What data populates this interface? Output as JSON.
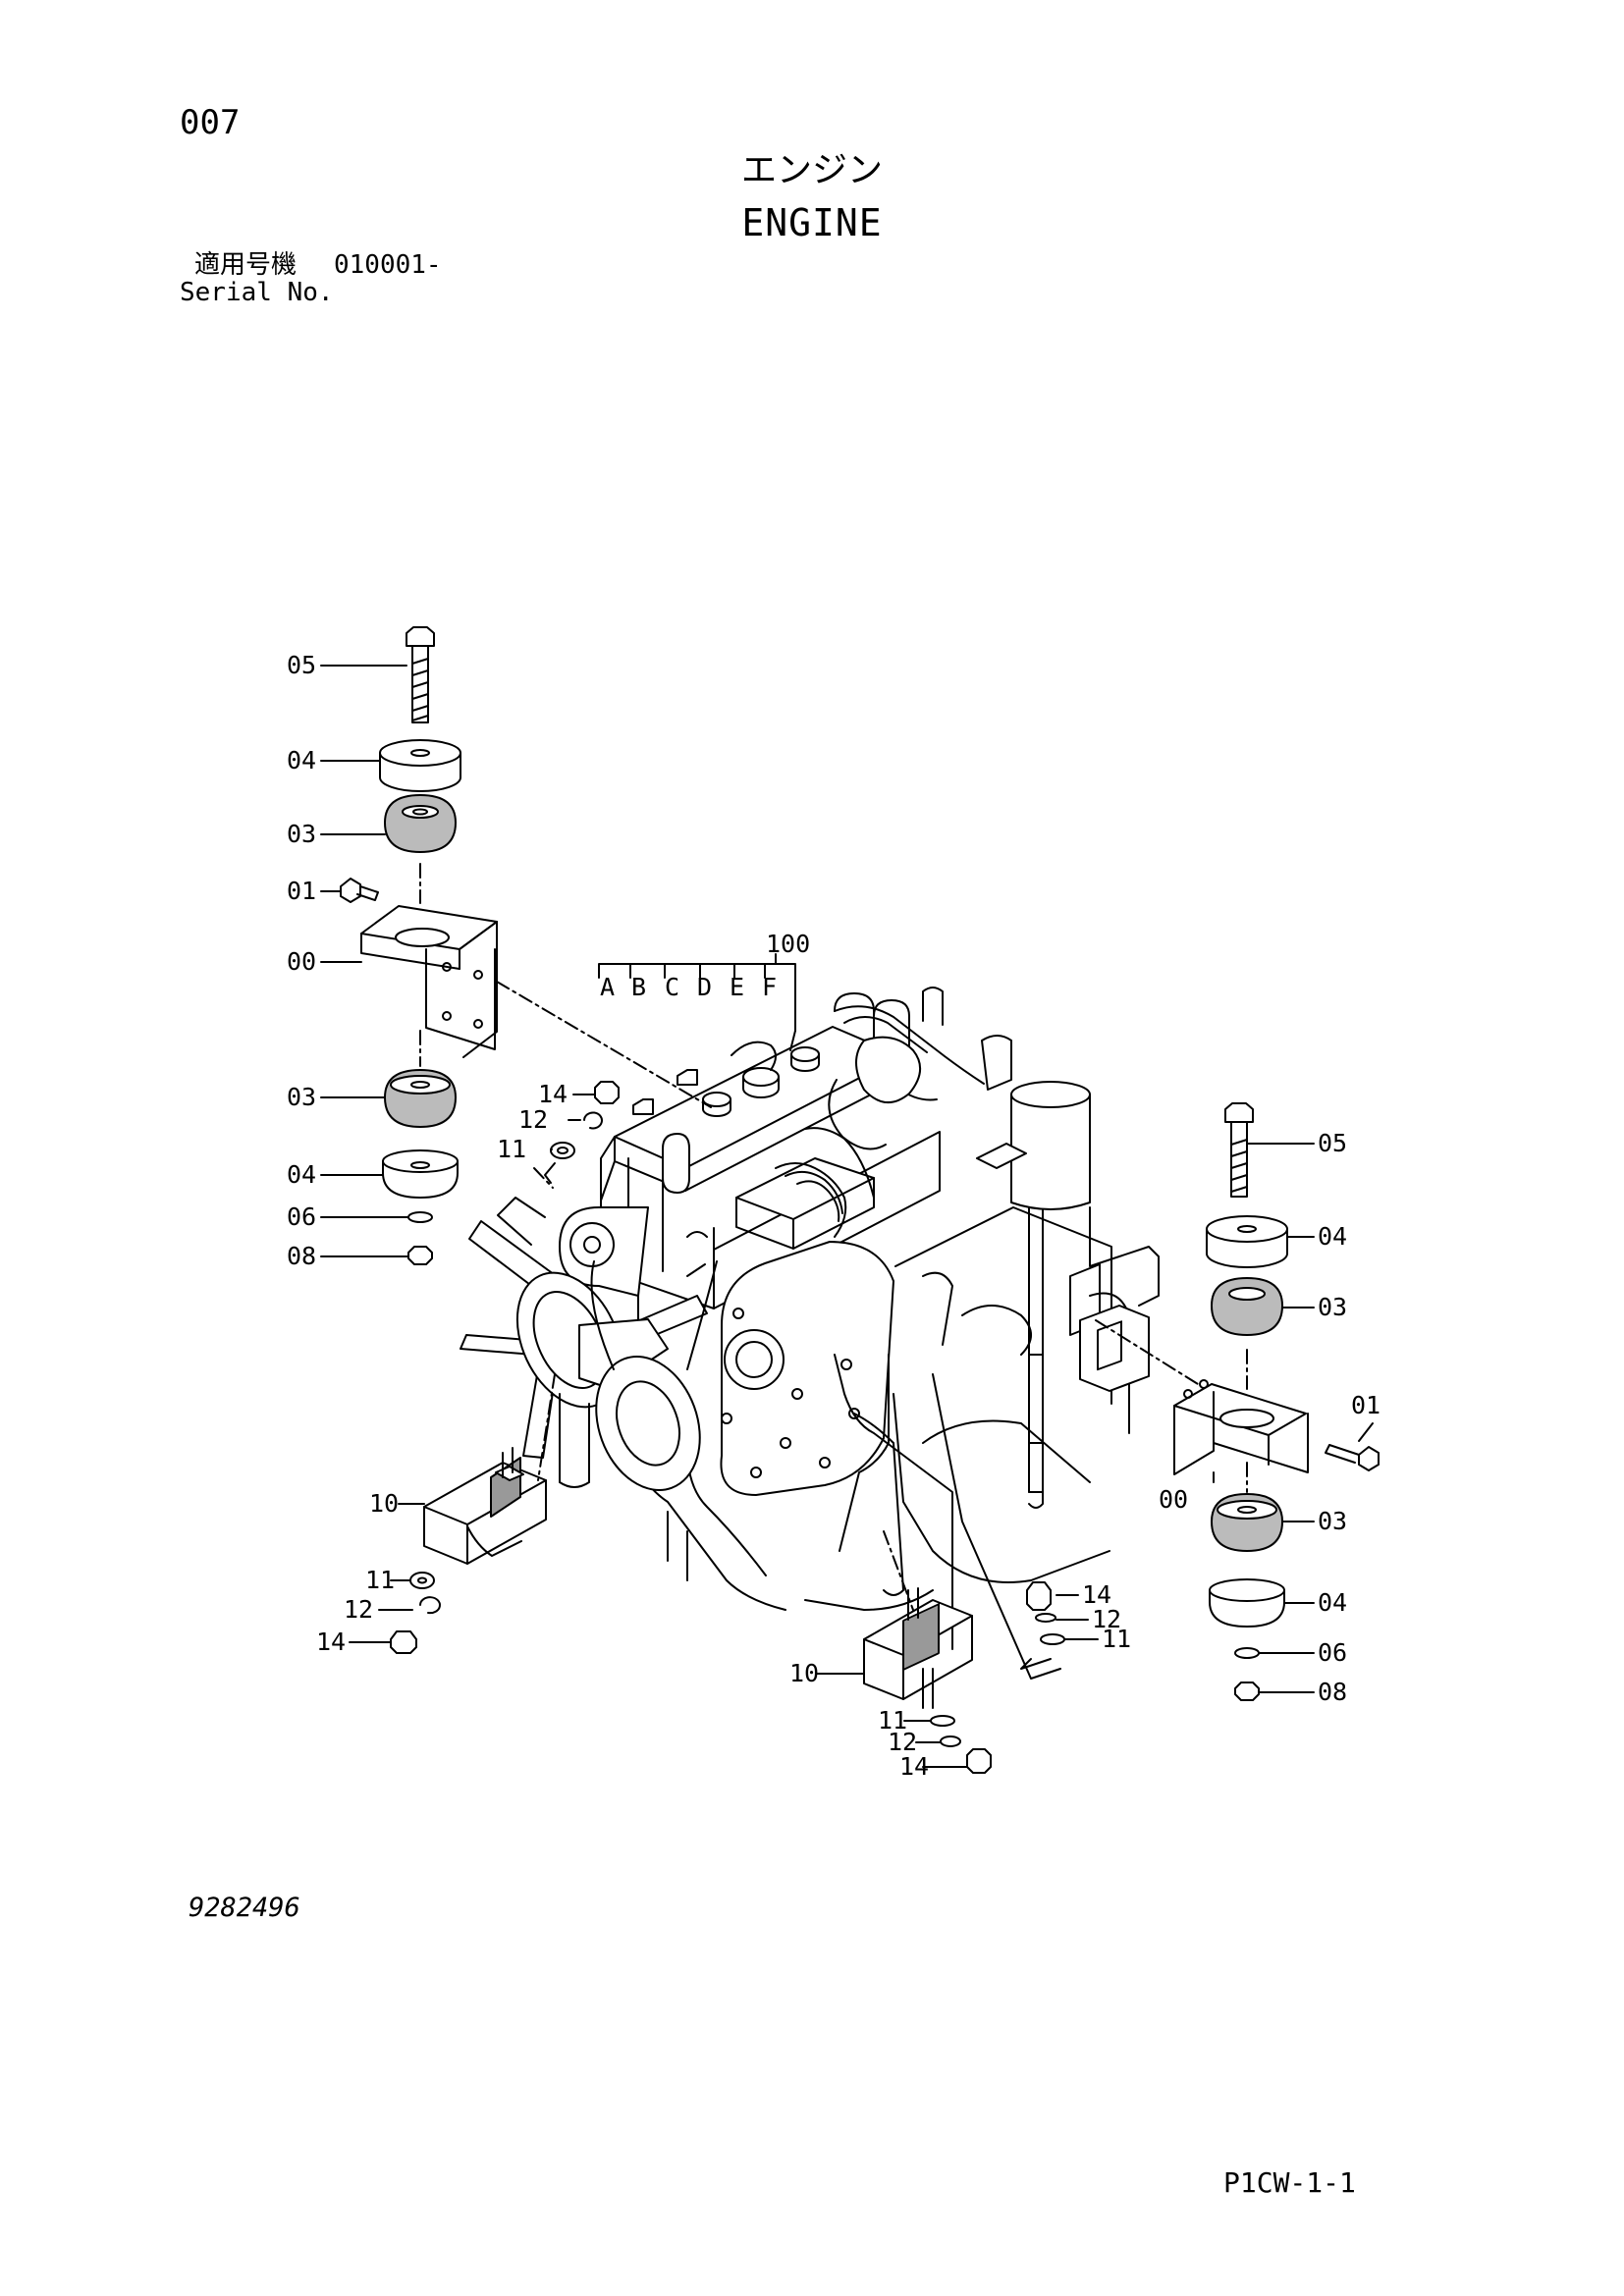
{
  "header": {
    "page_number": "007",
    "title_jp": "エンジン",
    "title_en": "ENGINE",
    "serial_label_jp": "適用号機",
    "serial_value": "010001-",
    "serial_label_en": "Serial No."
  },
  "callouts": {
    "assembly_number": "100",
    "assembly_variants": [
      "A",
      "B",
      "C",
      "D",
      "E",
      "F"
    ],
    "left_mount": [
      "05",
      "04",
      "03",
      "01",
      "00",
      "03",
      "04",
      "06",
      "08"
    ],
    "front_bracket": [
      "14",
      "12",
      "11"
    ],
    "front_mount": [
      "10",
      "11",
      "12",
      "14"
    ],
    "bottom_mount": [
      "10",
      "11",
      "12",
      "14"
    ],
    "right_small": [
      "14",
      "12",
      "11"
    ],
    "right_mount": [
      "05",
      "04",
      "03",
      "01",
      "00",
      "03",
      "04",
      "06",
      "08"
    ]
  },
  "footer": {
    "document_number": "9282496",
    "page_code": "P1CW-1-1"
  }
}
